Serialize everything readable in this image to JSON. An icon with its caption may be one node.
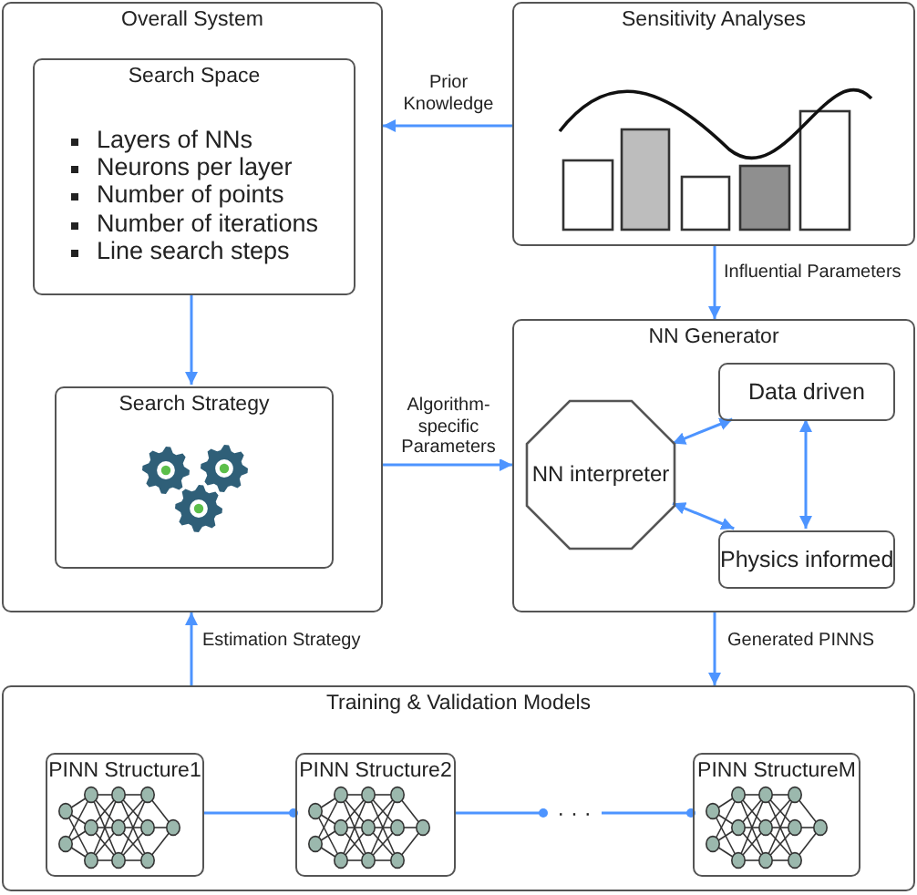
{
  "diagram": {
    "nodes": [
      {
        "text": [
          "Overall System"
        ]
      },
      {
        "text": [
          "Search Space",
          "Layers of NNs",
          "Neurons per layer",
          "Number of points",
          "Number of iterations",
          "Line search steps"
        ],
        "in": 0
      },
      {
        "text": [
          "Search Strategy"
        ],
        "in": 0
      },
      {
        "text": [
          "Sensitivity Analyses"
        ]
      },
      {
        "text": [
          "NN Generator"
        ]
      },
      {
        "text": [
          "NN interpreter"
        ],
        "in": 4
      },
      {
        "text": [
          "Data driven"
        ],
        "in": 4
      },
      {
        "text": [
          "Physics informed"
        ],
        "in": 4
      },
      {
        "text": [
          "Training & Validation Models"
        ]
      },
      {
        "text": [
          "PINN Structure1"
        ],
        "in": 8
      },
      {
        "text": [
          "PINN Structure2"
        ],
        "in": 8
      },
      {
        "text": [
          "· · ·"
        ],
        "in": 8
      },
      {
        "text": [
          "PINN StructureM"
        ],
        "in": 8
      }
    ],
    "edges": [
      {
        "from": 3,
        "to": 0,
        "arrow": "to",
        "label": "Prior Knowledge"
      },
      {
        "from": 1,
        "to": 2,
        "arrow": "to"
      },
      {
        "from": 3,
        "to": 4,
        "arrow": "to",
        "label": "Influential Parameters"
      },
      {
        "from": 0,
        "to": 4,
        "arrow": "to",
        "label": "Algorithm-specific Parameters"
      },
      {
        "from": 5,
        "to": 6,
        "arrow": "both"
      },
      {
        "from": 5,
        "to": 7,
        "arrow": "both"
      },
      {
        "from": 6,
        "to": 7,
        "arrow": "both"
      },
      {
        "from": 4,
        "to": 8,
        "arrow": "to",
        "label": "Generated PINNS"
      },
      {
        "from": 8,
        "to": 0,
        "arrow": "to",
        "label": "Estimation Strategy"
      },
      {
        "from": 9,
        "to": 10,
        "arrow": "other"
      },
      {
        "from": 10,
        "to": 11,
        "arrow": "other"
      },
      {
        "from": 11,
        "to": 12,
        "arrow": "other"
      }
    ]
  }
}
